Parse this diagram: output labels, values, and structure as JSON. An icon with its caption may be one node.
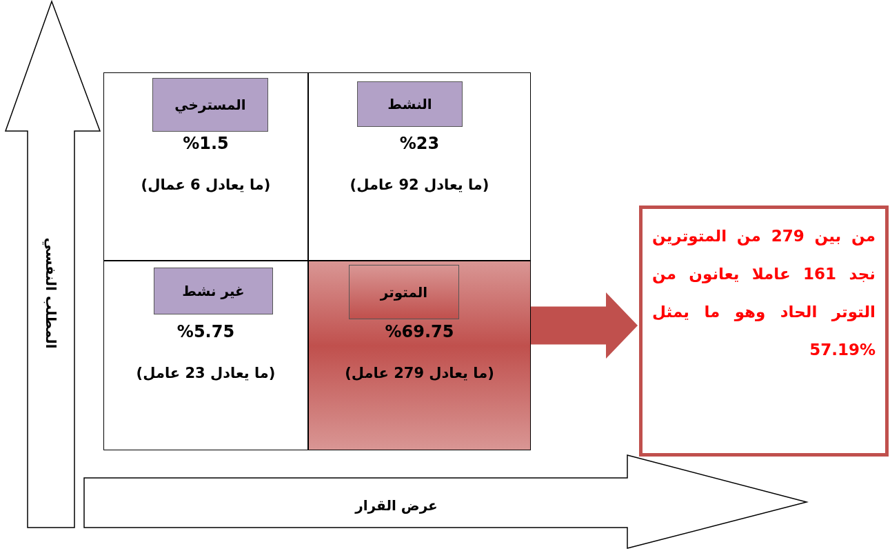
{
  "diagram": {
    "nodes": [
      {
        "text": [
          "%23",
          "(ما يعادل 92 عامل)"
        ]
      },
      {
        "text": [
          "النشط"
        ],
        "in": 0
      },
      {
        "text": [
          "%1.5",
          "(ما يعادل 6 عمال)"
        ]
      },
      {
        "text": [
          "المسترخي"
        ],
        "in": 2
      },
      {
        "text": [
          "%69.75",
          "(ما يعادل 279 عامل)"
        ]
      },
      {
        "text": [
          "المتوتر"
        ],
        "in": 4
      },
      {
        "text": [
          "%5.75",
          "(ما يعادل 23 عامل)"
        ]
      },
      {
        "text": [
          "غير نشط"
        ],
        "in": 6
      },
      {
        "text": [
          "من بين 279 من المتوترين نجد 161 عاملا يعانون من التوتر الحاد وهو ما يمثل %57.19"
        ]
      },
      {
        "text": [
          "المطلب النفسي"
        ]
      },
      {
        "text": [
          "عرض القرار"
        ]
      }
    ],
    "edges": [
      {
        "from": 4,
        "to": 8,
        "arrow": "to"
      }
    ]
  }
}
